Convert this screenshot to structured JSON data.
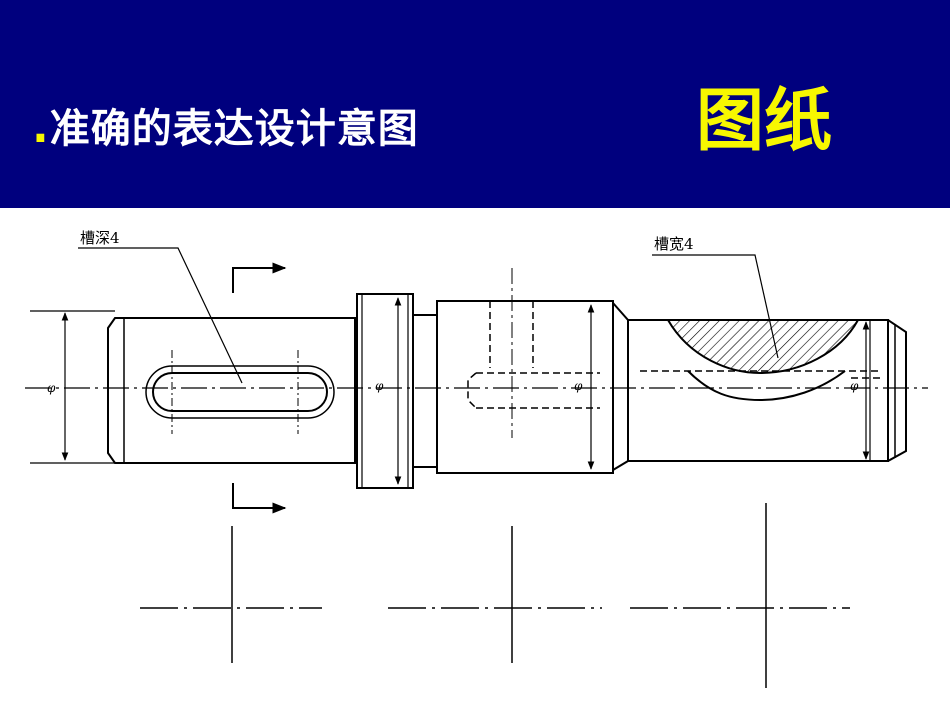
{
  "slide": {
    "bullet": ".",
    "subtitle": "准确的表达设计意图",
    "main_word": "图纸"
  },
  "drawing": {
    "label_groove_depth": "槽深4",
    "label_groove_width": "槽宽4",
    "diameter_symbol": "φ"
  },
  "colors": {
    "banner": "#00007e",
    "subtitle_text": "#ffffff",
    "highlight": "#f7f700"
  }
}
